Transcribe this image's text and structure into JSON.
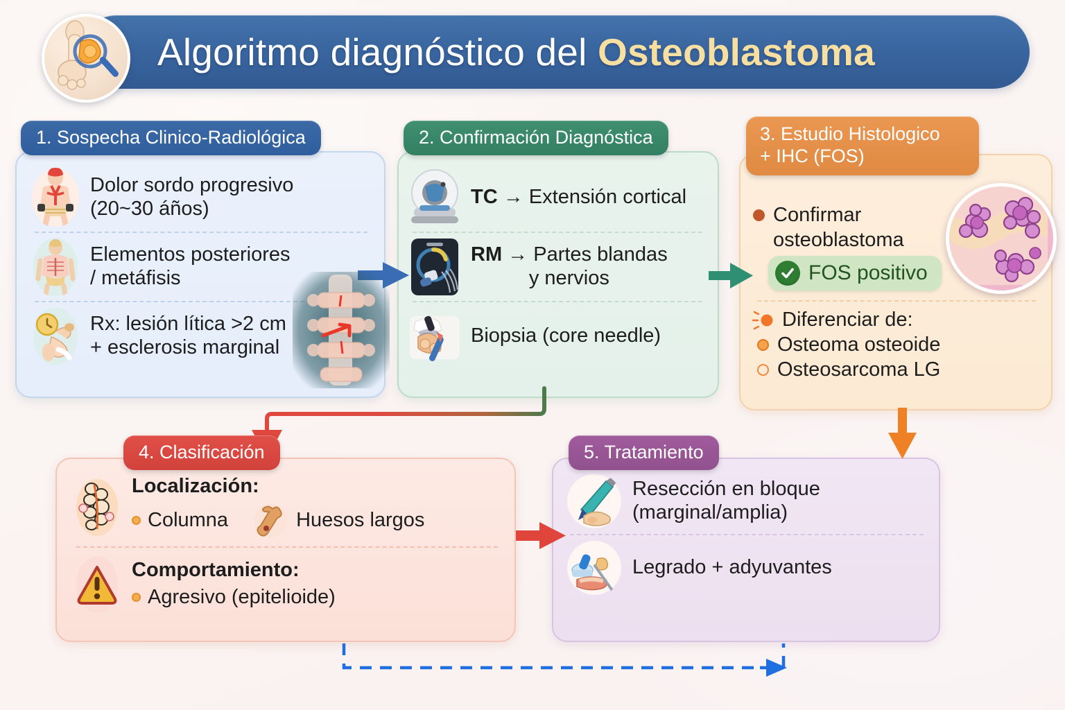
{
  "title": {
    "prefix": "Algoritmo diagnóstico del ",
    "highlight": "Osteoblastoma",
    "icon": "bone-magnifier-icon",
    "bar_color": "#35639b",
    "highlight_color": "#f7dfa1"
  },
  "page": {
    "background_color": "#faf4f2"
  },
  "panels": [
    {
      "id": "p1",
      "number": "1.",
      "header": "1. Sospecha Clinico-Radiológica",
      "header_color": "#2f5e9e",
      "body_color": "#e9f0fb",
      "rows": [
        {
          "icon": "patient-pain-icon",
          "text": "Dolor sordo progresivo\n(20~30 áños)"
        },
        {
          "icon": "patient-anatomy-icon",
          "text": "Elementos posteriores\n/ metáfisis"
        },
        {
          "icon": "xray-clock-icon",
          "text": "Rx: lesión lítica >2 cm\n+ esclerosis marginal"
        }
      ],
      "overlay_icon": "spine-xray-icon"
    },
    {
      "id": "p2",
      "number": "2.",
      "header": "2. Confirmación Diagnóstica",
      "header_color": "#337f62",
      "body_color": "#e6f2eb",
      "rows": [
        {
          "icon": "ct-scanner-icon",
          "bold": "TC",
          "arrow": "→",
          "text": "Extensión cortical"
        },
        {
          "icon": "mri-machine-icon",
          "bold": "RM",
          "arrow": "→",
          "text": "Partes blandas\ny nervios"
        },
        {
          "icon": "biopsy-tray-icon",
          "text": "Biopsia (core needle)"
        }
      ]
    },
    {
      "id": "p3",
      "number": "3.",
      "header_line1": "3. Estudio Histologico",
      "header_line2": "+ IHC (FOS)",
      "header_color": "#e08a42",
      "body_color": "#fceed9",
      "bullets": [
        {
          "marker": "dark",
          "text": "Confirmar\nosteoblastoma"
        }
      ],
      "badge": {
        "label": "FOS positivo",
        "icon": "check-circle-icon",
        "bg": "#cfe5c4",
        "fg": "#215421"
      },
      "diff_label": {
        "marker": "burst",
        "text": "Diferenciar de:"
      },
      "diff_items": [
        {
          "marker": "mid",
          "text": "Osteoma osteoide"
        },
        {
          "marker": "hollow",
          "text": "Osteosarcoma LG"
        }
      ],
      "overlay_icon": "histology-micrograph-icon"
    },
    {
      "id": "p4",
      "number": "4.",
      "header": "4. Clasificación",
      "header_color": "#d2423c",
      "body_color": "#fce4dc",
      "groups": [
        {
          "icon": "spine-lesion-icon",
          "label": "Localización:",
          "items": [
            {
              "marker": "small",
              "text": "Columna"
            },
            {
              "marker": "bone-icon",
              "text": "Huesos largos"
            }
          ]
        },
        {
          "icon": "warning-triangle-icon",
          "label": "Comportamiento:",
          "items": [
            {
              "marker": "small",
              "text": "Agresivo (epitelioide)"
            }
          ]
        }
      ]
    },
    {
      "id": "p5",
      "number": "5.",
      "header": "5. Tratamiento",
      "header_color": "#91518e",
      "body_color": "#ece1f0",
      "rows": [
        {
          "icon": "scalpel-resection-icon",
          "text": "Resección en bloque\n(marginal/amplia)"
        },
        {
          "icon": "curettage-icon",
          "text": "Legrado + adyuvantes"
        }
      ]
    }
  ],
  "connectors": [
    {
      "name": "p1-to-p2",
      "style": "solid-arrow",
      "color": "#3a6cb5",
      "direction": "right"
    },
    {
      "name": "p2-to-p3",
      "style": "solid-arrow",
      "color": "#2f8f73",
      "direction": "right"
    },
    {
      "name": "p2-to-p4",
      "style": "elbow-arrow",
      "color": "#e0483f",
      "direction": "down-left"
    },
    {
      "name": "p3-to-p5",
      "style": "solid-arrow",
      "color": "#ee8126",
      "direction": "down"
    },
    {
      "name": "p4-to-p5",
      "style": "solid-arrow",
      "color": "#e0453c",
      "direction": "right"
    },
    {
      "name": "p4-to-p5-feedback",
      "style": "dashed-arrow",
      "color": "#1f6fe0",
      "direction": "right-up"
    }
  ]
}
